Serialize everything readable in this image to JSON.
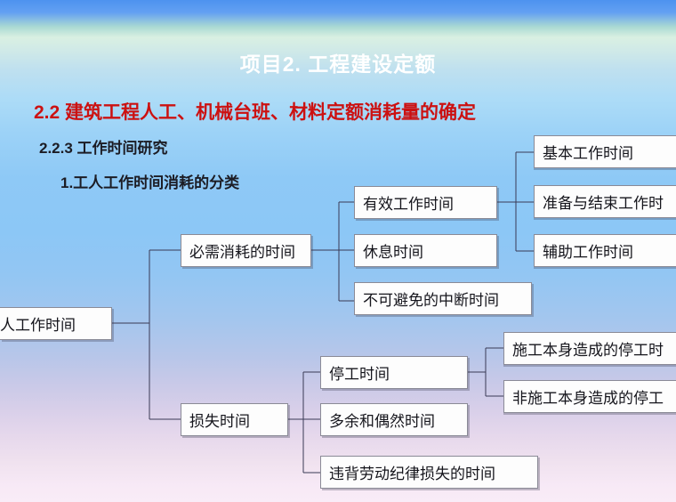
{
  "slide": {
    "title": "项目2. 工程建设定额",
    "heading_red": "2.2 建筑工程人工、机械台班、材料定额消耗量的确定",
    "sub_heading": "2.2.3 工作时间研究",
    "sub_heading2": "1.工人工作时间消耗的分类",
    "colors": {
      "title_text": "#ffffff",
      "heading_red": "#cc1111",
      "body_text": "#15151c",
      "node_fill": "#fdfdfd",
      "node_border": "#8a8a96",
      "connector": "#3a3a55",
      "bg_top": "#4d92ef",
      "bg_mid": "#8cc7f6",
      "bg_bottom": "#f9ecf7"
    }
  },
  "diagram": {
    "root": {
      "label": "人工作时间"
    },
    "branches": [
      {
        "label": "必需消耗的时间"
      },
      {
        "label": "损失时间"
      }
    ],
    "necessary_children": [
      {
        "label": "有效工作时间"
      },
      {
        "label": "休息时间"
      },
      {
        "label": "不可避免的中断时间"
      }
    ],
    "effective_children": [
      {
        "label": "基本工作时间"
      },
      {
        "label": "准备与结束工作时"
      },
      {
        "label": "辅助工作时间"
      }
    ],
    "loss_children": [
      {
        "label": "停工时间"
      },
      {
        "label": "多余和偶然时间"
      },
      {
        "label": "违背劳动纪律损失的时间"
      }
    ],
    "stoppage_children": [
      {
        "label": "施工本身造成的停工时"
      },
      {
        "label": "非施工本身造成的停工"
      }
    ]
  }
}
